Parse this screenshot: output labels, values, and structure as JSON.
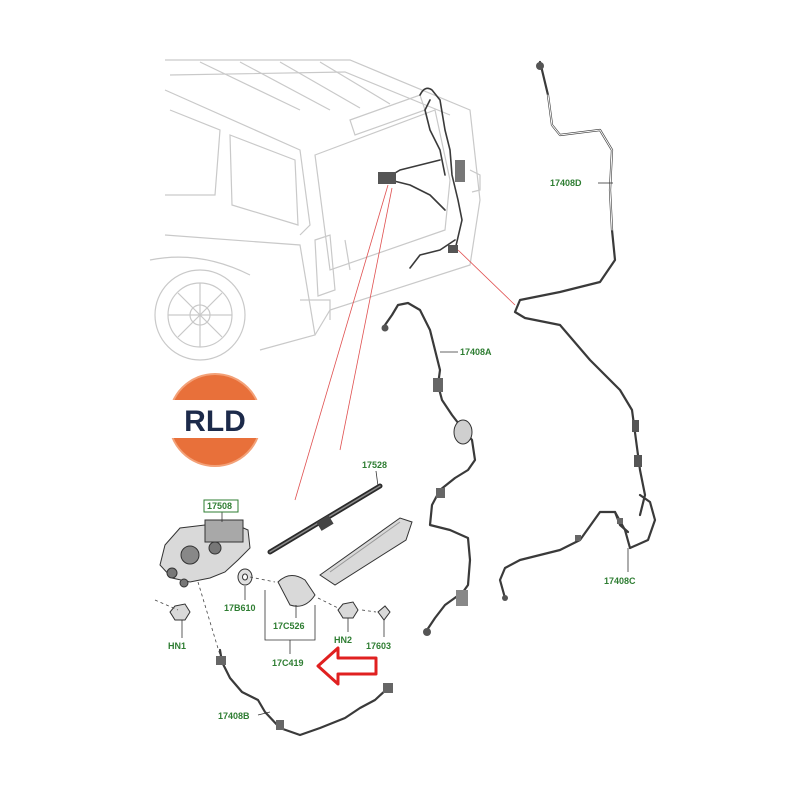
{
  "logo": {
    "text": "RLD",
    "ring_color": "#e8703a",
    "text_color": "#1c2a4a"
  },
  "labels": {
    "p17408D": "17408D",
    "p17408A": "17408A",
    "p17528": "17528",
    "p17508": "17508",
    "p17B610": "17B610",
    "pHN1": "HN1",
    "p17C526": "17C526",
    "pHN2": "HN2",
    "p17603": "17603",
    "p17C419": "17C419",
    "p17408B": "17408B",
    "p17408C": "17408C"
  },
  "colors": {
    "label_green": "#2e7d32",
    "highlight_arrow": "#e02020",
    "leader_red": "#e05050"
  }
}
